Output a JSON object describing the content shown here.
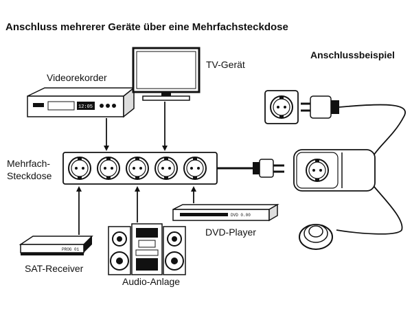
{
  "title": "Anschluss mehrerer Geräte über eine Mehrfachsteckdose",
  "example_heading": "Anschlussbeispiel",
  "devices": {
    "videorecorder": {
      "label": "Videorekorder",
      "display": "12:05"
    },
    "tv": {
      "label": "TV-Gerät"
    },
    "dvd_player": {
      "label": "DVD-Player",
      "display": "DVD 0.00"
    },
    "sat_receiver": {
      "label": "SAT-Receiver",
      "display": "PROG 01"
    },
    "audio_system": {
      "label": "Audio-Anlage"
    }
  },
  "power_strip": {
    "label_line1": "Mehrfach-",
    "label_line2": "Steckdose",
    "socket_count": 5
  },
  "icons": [
    "videorecorder-icon",
    "tv-icon",
    "power-strip-icon",
    "dvd-player-icon",
    "sat-receiver-icon",
    "audio-system-icon",
    "wall-socket-icon",
    "plug-icon",
    "socket-adapter-icon",
    "foot-switch-icon",
    "arrow-icon"
  ]
}
